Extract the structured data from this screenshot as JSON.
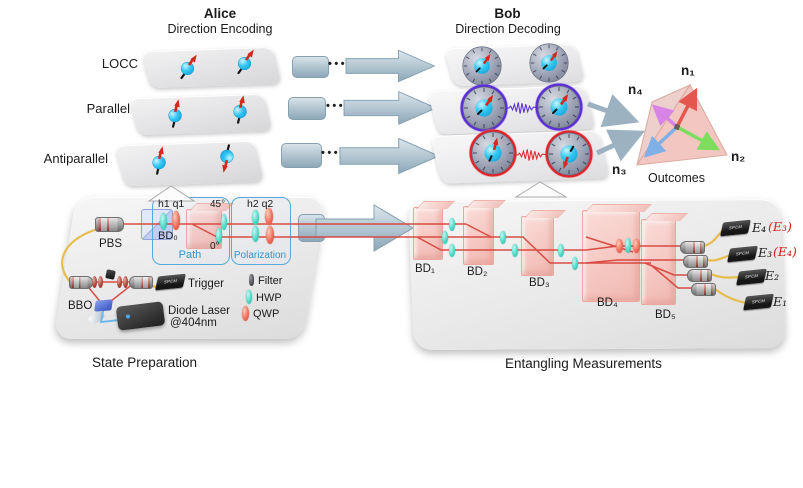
{
  "alice": {
    "title": "Alice",
    "subtitle": "Direction Encoding",
    "rows": [
      "LOCC",
      "Parallel",
      "Antiparallel"
    ]
  },
  "bob": {
    "title": "Bob",
    "subtitle": "Direction Decoding"
  },
  "conveyor": {
    "dots": "•••"
  },
  "outcomes": {
    "label": "Outcomes",
    "n1": "n₁",
    "n2": "n₂",
    "n3": "n₃",
    "n4": "n₄"
  },
  "state_prep": {
    "label": "State Preparation",
    "pbs": "PBS",
    "h1q1": "h1 q1",
    "bd0": "BD₀",
    "angle45": "45°",
    "angle0": "0°",
    "path": "Path",
    "h2q2": "h2 q2",
    "polarization": "Polarization",
    "trigger": "Trigger",
    "spcm": "SPCM",
    "bbo": "BBO",
    "laser": "Diode Laser",
    "laser_wavelength": "@404nm",
    "legend": {
      "filter": "Filter",
      "hwp": "HWP",
      "qwp": "QWP"
    }
  },
  "entangling": {
    "label": "Entangling Measurements",
    "bd": [
      "BD₁",
      "BD₂",
      "BD₃",
      "BD₄",
      "BD₅"
    ],
    "spcm": "SPCM",
    "outputs": [
      {
        "main": "E₄",
        "alt": "(E₃)"
      },
      {
        "main": "E₃",
        "alt": "(E₄)"
      },
      {
        "main": "E₂",
        "alt": ""
      },
      {
        "main": "E₁",
        "alt": ""
      }
    ]
  },
  "colors": {
    "beam_red": "#d7443c",
    "fiber_yellow": "#e7bd4e",
    "hwp_teal": "#50d9c7",
    "qwp_salmon": "#ee6f5a",
    "bd_pink": "#f2b2aa",
    "ring_purple": "#5b2ed9",
    "ring_red": "#e0252b",
    "n1_red": "#e4574f",
    "n2_green": "#7edd5f",
    "n3_blue": "#7fb0e8",
    "n4_magenta": "#d884e6",
    "arrow_gray": "#9cb2c1"
  }
}
